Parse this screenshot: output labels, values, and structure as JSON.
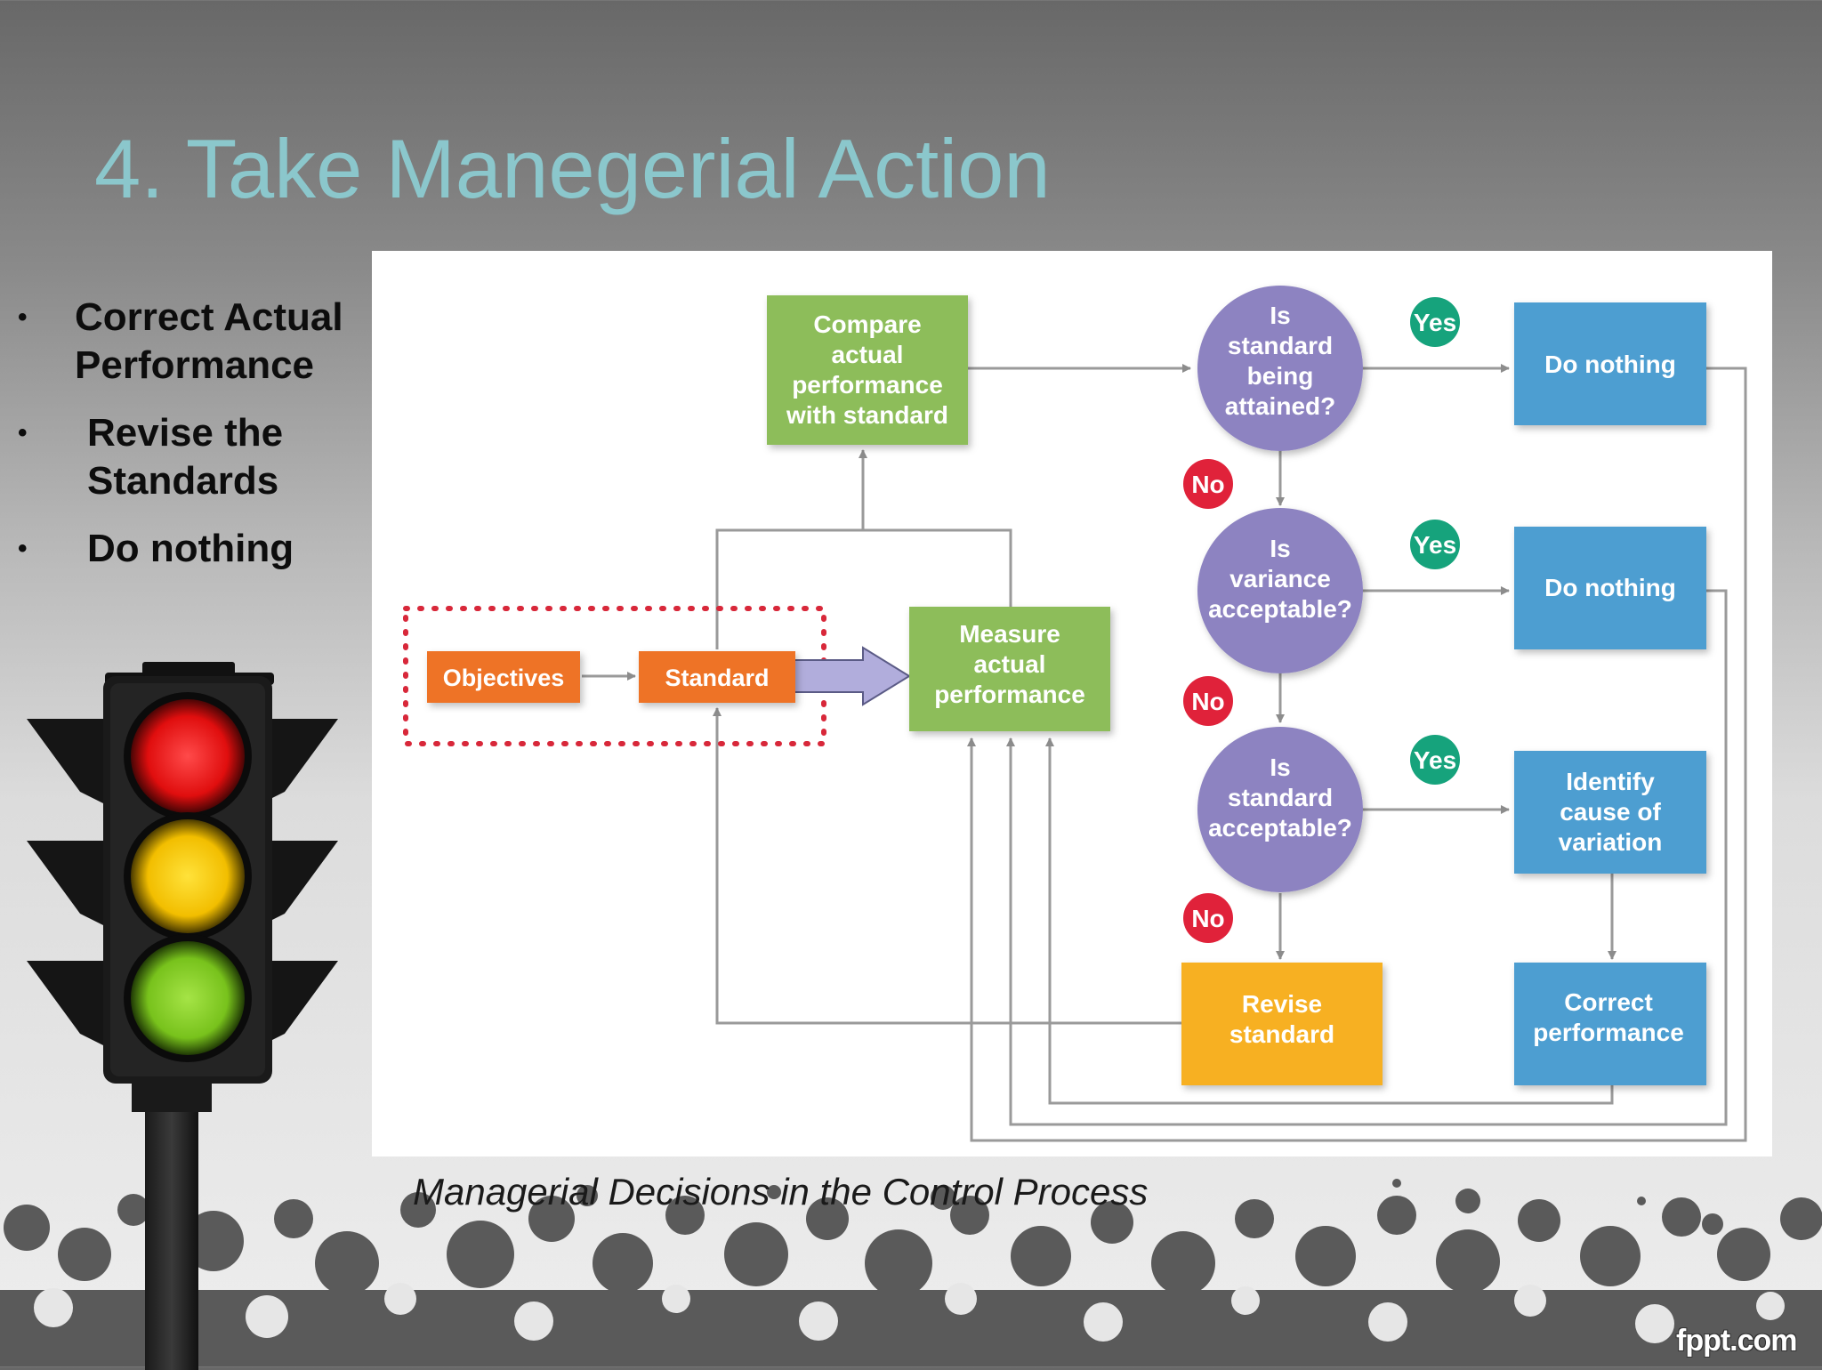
{
  "slide": {
    "title": "4. Take Manegerial Action",
    "bullets": [
      {
        "lines": [
          "Correct Actual",
          "Performance"
        ]
      },
      {
        "lines": [
          "Revise the",
          "Standards"
        ]
      },
      {
        "lines": [
          "Do nothing"
        ]
      }
    ],
    "bullet_symbol": "•",
    "caption": "Managerial Decisions in the Control Process",
    "watermark": "fppt.com",
    "traffic_light_icon": "traffic-light-icon"
  },
  "diagram": {
    "nodes": {
      "objectives": {
        "lines": [
          "Objectives"
        ],
        "color": "#ee7325"
      },
      "standard": {
        "lines": [
          "Standard"
        ],
        "color": "#ee7325"
      },
      "compare": {
        "lines": [
          "Compare",
          "actual",
          "performance",
          "with standard"
        ],
        "color": "#8dbd5a"
      },
      "measure": {
        "lines": [
          "Measure",
          "actual",
          "performance"
        ],
        "color": "#8dbd5a"
      },
      "q_attained": {
        "lines": [
          "Is",
          "standard",
          "being",
          "attained?"
        ],
        "color": "#8d83c1"
      },
      "q_variance": {
        "lines": [
          "Is",
          "variance",
          "acceptable?"
        ],
        "color": "#8d83c1"
      },
      "q_standard": {
        "lines": [
          "Is",
          "standard",
          "acceptable?"
        ],
        "color": "#8d83c1"
      },
      "do_nothing_1": {
        "lines": [
          "Do nothing"
        ],
        "color": "#4d9ed1"
      },
      "do_nothing_2": {
        "lines": [
          "Do nothing"
        ],
        "color": "#4d9ed1"
      },
      "identify_cause": {
        "lines": [
          "Identify",
          "cause of",
          "variation"
        ],
        "color": "#4d9ed1"
      },
      "correct_performance": {
        "lines": [
          "Correct",
          "performance"
        ],
        "color": "#4d9ed1"
      },
      "revise_standard": {
        "lines": [
          "Revise",
          "standard"
        ],
        "color": "#f7b020"
      }
    },
    "badges": {
      "yes_label": "Yes",
      "no_label": "No",
      "yes_color": "#16a37c",
      "no_color": "#e0223a"
    }
  }
}
